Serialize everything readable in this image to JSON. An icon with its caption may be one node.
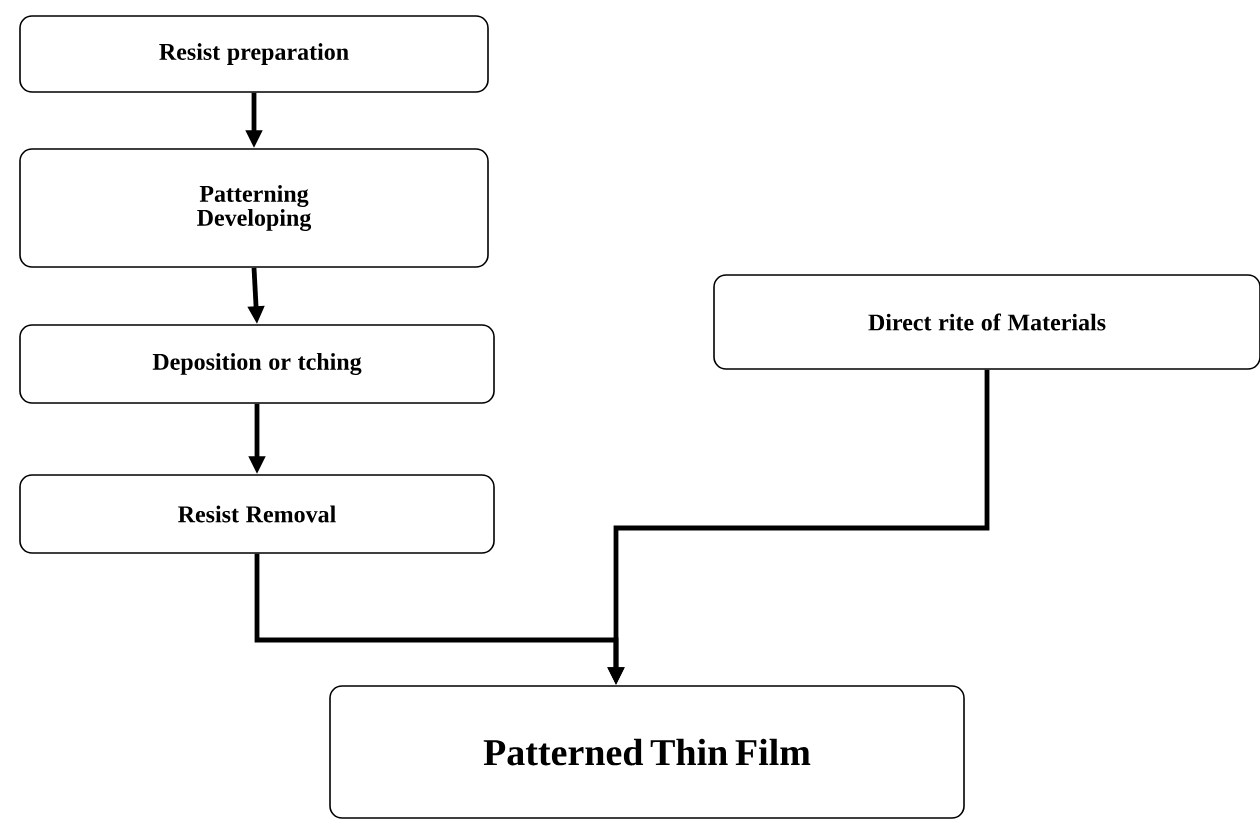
{
  "diagram": {
    "nodes": [
      {
        "text": [
          "Resist preparation"
        ]
      },
      {
        "text": [
          "Patterning Developing"
        ]
      },
      {
        "text": [
          "Deposition or tching"
        ]
      },
      {
        "text": [
          "Resist Removal"
        ]
      },
      {
        "text": [
          "Direct rite of Materials"
        ]
      },
      {
        "text": [
          "Patterned Thin Film"
        ]
      }
    ],
    "edges": [
      {
        "from": 0,
        "to": 1,
        "arrow": "to"
      },
      {
        "from": 1,
        "to": 2,
        "arrow": "to"
      },
      {
        "from": 2,
        "to": 3,
        "arrow": "to"
      },
      {
        "from": 3,
        "to": 5,
        "arrow": "to"
      },
      {
        "from": 4,
        "to": 5,
        "arrow": "to"
      }
    ]
  }
}
